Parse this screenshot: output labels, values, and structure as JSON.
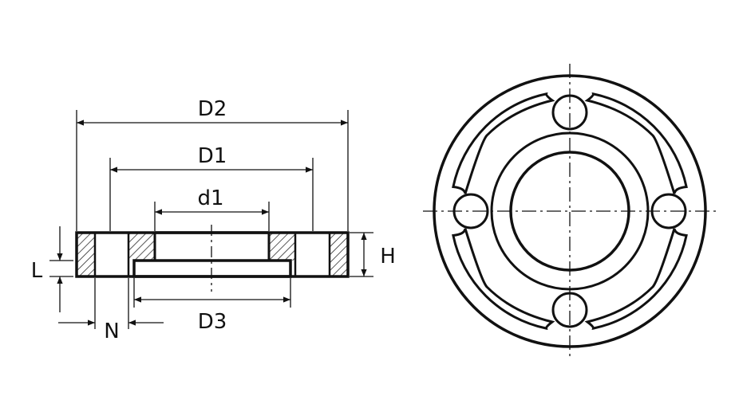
{
  "colors": {
    "ink": "#111111",
    "background": "#ffffff"
  },
  "labels": {
    "d2": "D2",
    "d1": "D1",
    "d1_small": "d1",
    "h": "H",
    "l": "L",
    "d3": "D3",
    "n": "N"
  }
}
